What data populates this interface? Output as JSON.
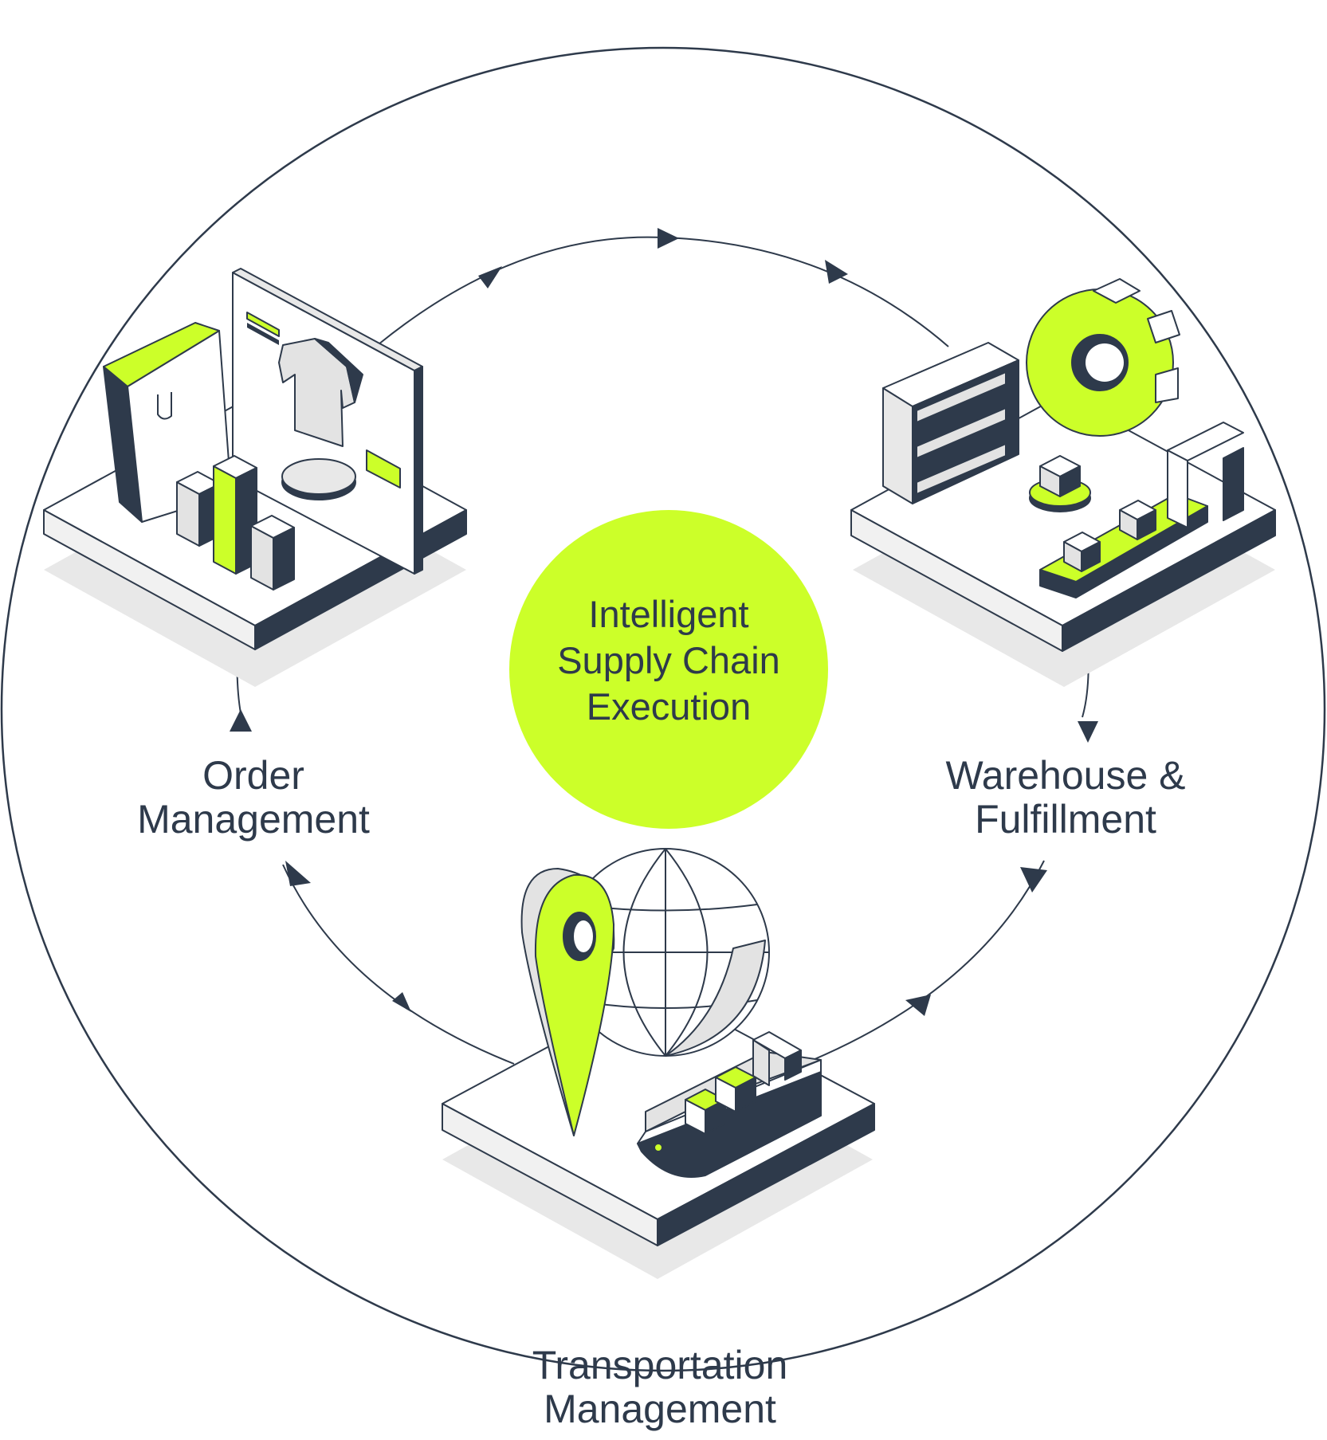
{
  "center": {
    "line1": "Intelligent",
    "line2": "Supply Chain",
    "line3": "Execution"
  },
  "order": {
    "line1": "Order",
    "line2": "Management"
  },
  "warehouse": {
    "line1": "Warehouse &",
    "line2": "Fulfillment"
  },
  "transport": {
    "line1": "Transportation",
    "line2": "Management"
  },
  "colors": {
    "accent": "#ccff29",
    "navy": "#2e3a4b",
    "gray": "#e8e8e8",
    "outline": "#2e3a4b"
  },
  "icons": [
    "shopping-bag-icon",
    "monitor-icon",
    "tshirt-icon",
    "bar-chart-icon",
    "shelving-icon",
    "gear-icon",
    "conveyor-icon",
    "globe-icon",
    "location-pin-icon",
    "cargo-ship-icon"
  ]
}
